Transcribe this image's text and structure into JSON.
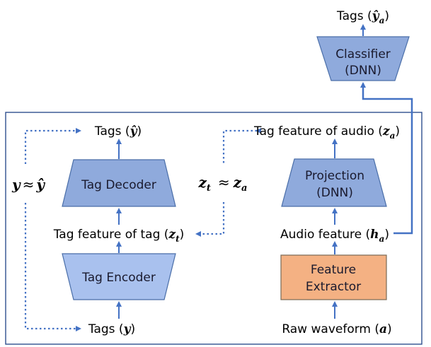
{
  "colors": {
    "accent_blue": "#4472c4",
    "node_fill": "#8faadc",
    "node_fill_light": "#a9c1ee",
    "extractor_fill": "#f4b183",
    "frame": "#2f4f8f"
  },
  "labels": {
    "tags_ya": "Tags (",
    "tags_ya_sym": "ŷ",
    "tags_ya_sub": "a",
    "tags_ya_close": ")",
    "classifier_line1": "Classifier",
    "classifier_line2": "(DNN)",
    "tags_yhat": "Tags (",
    "tags_yhat_sym": "ŷ",
    "tags_yhat_close": ")",
    "tag_decoder": "Tag Decoder",
    "tag_feature_of_tag": "Tag feature of tag (",
    "tag_feature_of_tag_sym": "z",
    "tag_feature_of_tag_sub": "t",
    "tag_feature_of_tag_close": ")",
    "tag_encoder": "Tag Encoder",
    "tags_y": "Tags (",
    "tags_y_sym": "y",
    "tags_y_close": ")",
    "y_approx_left": "y",
    "y_approx_op": "≈",
    "y_approx_right": "ŷ",
    "zt": "z",
    "zt_sub": "t",
    "za_op": "≈",
    "za": "z",
    "za_sub": "a",
    "tag_feature_of_audio": "Tag feature of audio (",
    "tag_feature_of_audio_sym": "z",
    "tag_feature_of_audio_sub": "a",
    "tag_feature_of_audio_close": ")",
    "projection_line1": "Projection",
    "projection_line2": "(DNN)",
    "audio_feature": "Audio feature (",
    "audio_feature_sym": "h",
    "audio_feature_sub": "a",
    "audio_feature_close": ")",
    "extractor_line1": "Feature",
    "extractor_line2": "Extractor",
    "raw_waveform": "Raw waveform (",
    "raw_waveform_sym": "a",
    "raw_waveform_close": ")"
  }
}
